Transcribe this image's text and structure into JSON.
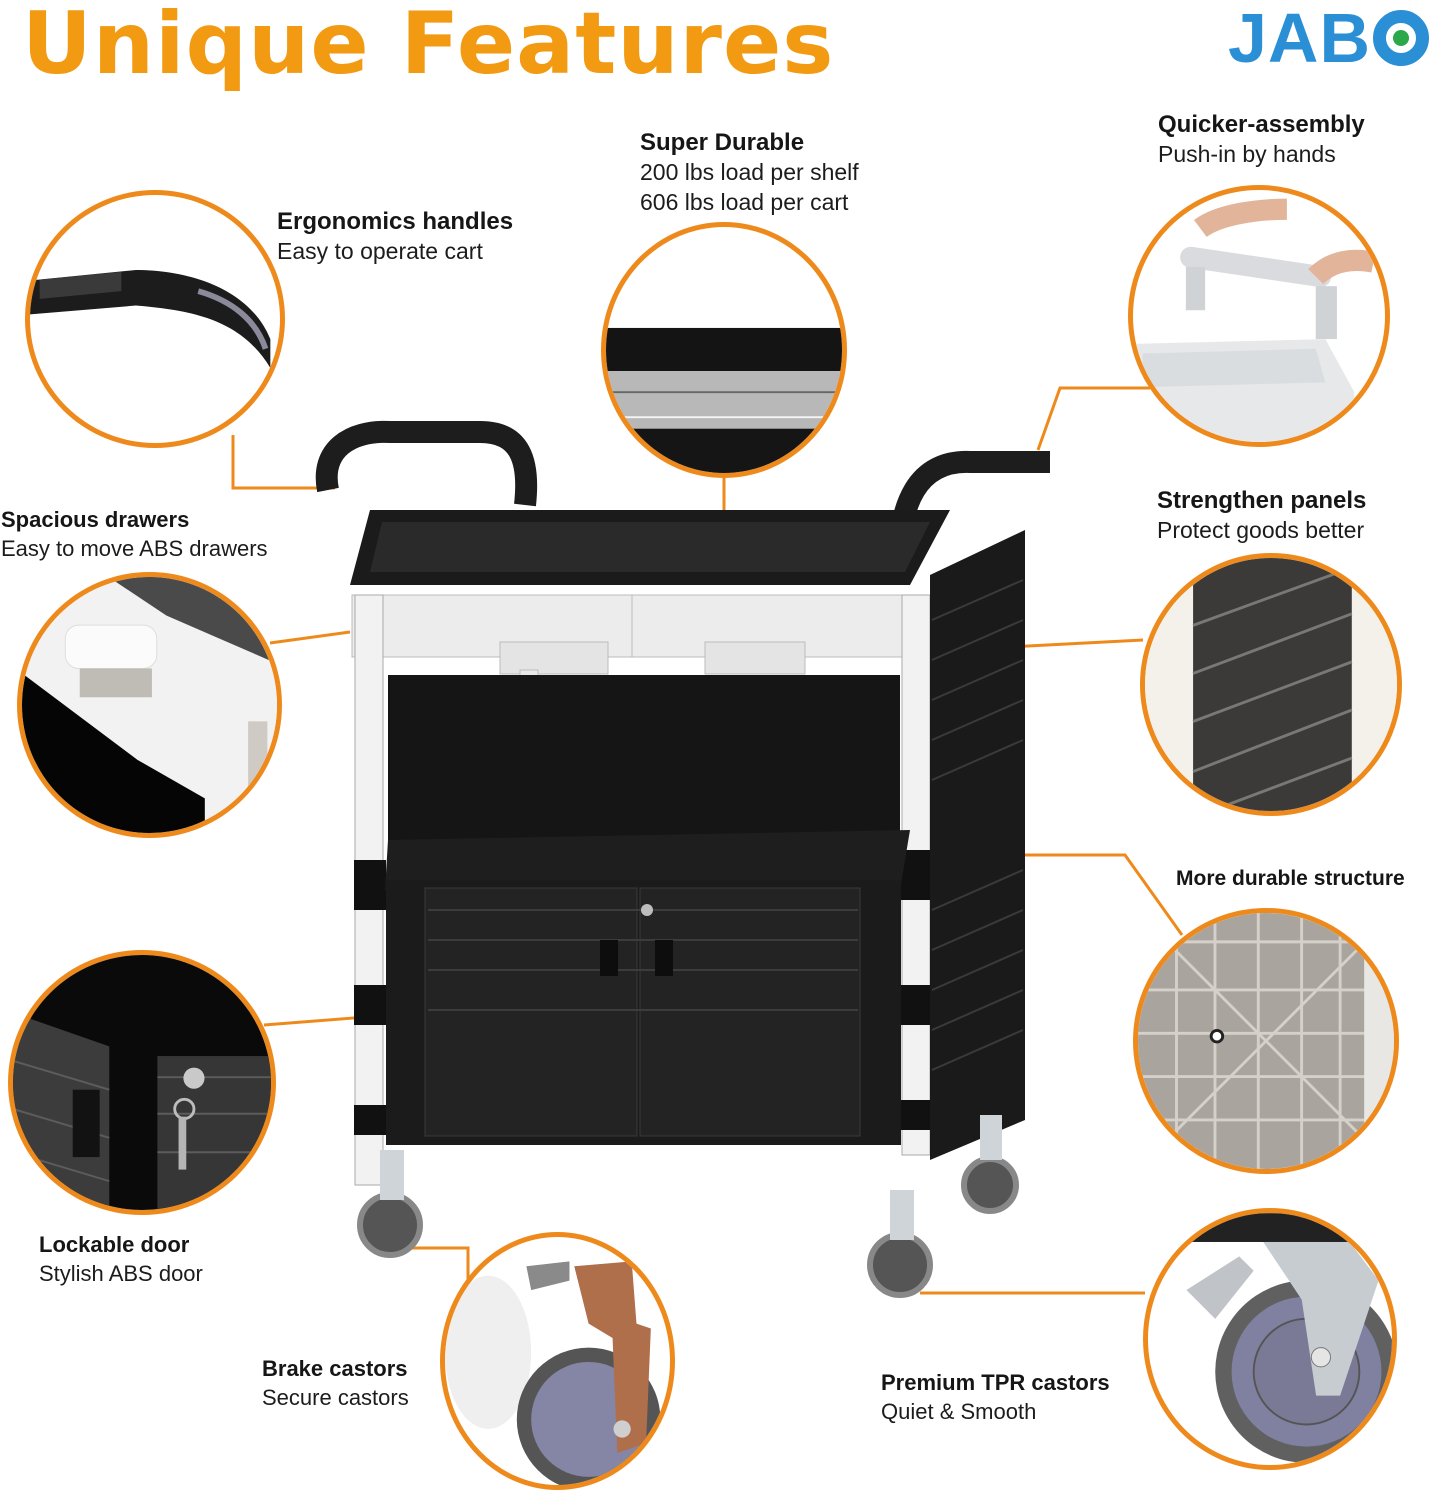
{
  "header": {
    "title": "Unique Features",
    "brand_logo": "JABO"
  },
  "colors": {
    "title_orange": "#f29a12",
    "circle_orange": "#ee8a1c",
    "brand_blue": "#2b8fd6",
    "brand_green_dot": "#2aa84a"
  },
  "features": {
    "super_durable": {
      "title": "Super Durable",
      "line1": "200 lbs load per shelf",
      "line2": "606 lbs load per cart"
    },
    "quicker_assembly": {
      "title": "Quicker-assembly",
      "subtitle": "Push-in by hands"
    },
    "ergonomic_handles": {
      "title": "Ergonomics handles",
      "subtitle": "Easy to operate cart"
    },
    "spacious_drawers": {
      "title": "Spacious drawers",
      "subtitle": "Easy to move ABS drawers"
    },
    "strengthen_panels": {
      "title": "Strengthen panels",
      "subtitle": "Protect goods better"
    },
    "durable_structure": {
      "title": "More durable structure"
    },
    "lockable_door": {
      "title": "Lockable door",
      "subtitle": "Stylish ABS door"
    },
    "brake_castors": {
      "title": "Brake castors",
      "subtitle": "Secure castors"
    },
    "tpr_castors": {
      "title": "Premium TPR castors",
      "subtitle": "Quiet & Smooth"
    }
  },
  "images": {
    "cart": "utility-cart-product-photo",
    "handle_closeup": "ergonomic-handle-closeup",
    "shelf_edge_closeup": "shelf-edge-closeup",
    "assembly_closeup": "push-in-handle-assembly-closeup",
    "drawer_closeup": "drawer-closeup",
    "panel_closeup": "side-panel-closeup",
    "structure_closeup": "shelf-underside-grid-closeup",
    "lock_closeup": "door-lock-key-closeup",
    "brake_closeup": "brake-castor-closeup",
    "tpr_closeup": "tpr-castor-closeup"
  }
}
